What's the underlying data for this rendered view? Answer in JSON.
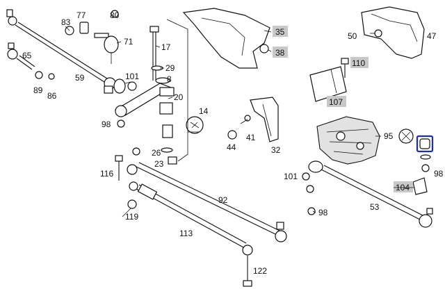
{
  "diagram": {
    "labels": [
      {
        "id": "l83",
        "text": "83"
      },
      {
        "id": "l77",
        "text": "77"
      },
      {
        "id": "l80",
        "text": "80"
      },
      {
        "id": "l71",
        "text": "71"
      },
      {
        "id": "l65",
        "text": "65"
      },
      {
        "id": "l59",
        "text": "59"
      },
      {
        "id": "l89",
        "text": "89"
      },
      {
        "id": "l86",
        "text": "86"
      },
      {
        "id": "l17",
        "text": "17"
      },
      {
        "id": "l29",
        "text": "29"
      },
      {
        "id": "l101a",
        "text": "101"
      },
      {
        "id": "l8",
        "text": "8"
      },
      {
        "id": "l20",
        "text": "20"
      },
      {
        "id": "l14",
        "text": "14"
      },
      {
        "id": "l98a",
        "text": "98"
      },
      {
        "id": "l26",
        "text": "26"
      },
      {
        "id": "l23",
        "text": "23"
      },
      {
        "id": "l35",
        "text": "35"
      },
      {
        "id": "l38",
        "text": "38"
      },
      {
        "id": "l50",
        "text": "50"
      },
      {
        "id": "l47",
        "text": "47"
      },
      {
        "id": "l110",
        "text": "110"
      },
      {
        "id": "l107",
        "text": "107"
      },
      {
        "id": "l41",
        "text": "41"
      },
      {
        "id": "l44",
        "text": "44"
      },
      {
        "id": "l32",
        "text": "32"
      },
      {
        "id": "l95",
        "text": "95"
      },
      {
        "id": "l101b",
        "text": "101"
      },
      {
        "id": "l98b",
        "text": "98"
      },
      {
        "id": "l104",
        "text": "104"
      },
      {
        "id": "l53",
        "text": "53"
      },
      {
        "id": "l98c",
        "text": "98"
      },
      {
        "id": "l116",
        "text": "116"
      },
      {
        "id": "l119",
        "text": "119"
      },
      {
        "id": "l92",
        "text": "92"
      },
      {
        "id": "l113",
        "text": "113"
      },
      {
        "id": "l122",
        "text": "122"
      }
    ],
    "colors": {
      "line": "#111111",
      "label_box": "#c8c8c8",
      "highlight": "#1b2bbf"
    }
  }
}
